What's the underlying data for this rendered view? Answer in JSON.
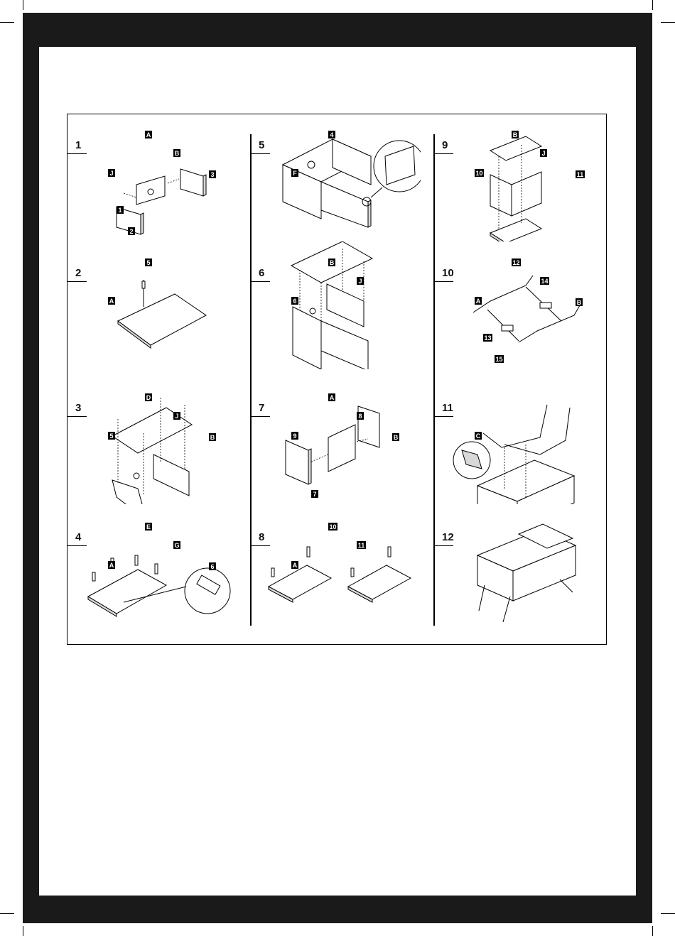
{
  "steps": [
    {
      "number": "1",
      "labels": [
        "J",
        "A",
        "B",
        "3",
        "2",
        "1"
      ]
    },
    {
      "number": "2",
      "labels": [
        "A",
        "5"
      ]
    },
    {
      "number": "3",
      "labels": [
        "5",
        "D",
        "J",
        "B"
      ]
    },
    {
      "number": "4",
      "labels": [
        "A",
        "E",
        "G",
        "6"
      ]
    },
    {
      "number": "5",
      "labels": [
        "F",
        "4"
      ]
    },
    {
      "number": "6",
      "labels": [
        "6",
        "B",
        "J"
      ]
    },
    {
      "number": "7",
      "labels": [
        "9",
        "A",
        "8",
        "B",
        "7"
      ]
    },
    {
      "number": "8",
      "labels": [
        "A",
        "10",
        "11"
      ]
    },
    {
      "number": "9",
      "labels": [
        "10",
        "B",
        "J",
        "11"
      ]
    },
    {
      "number": "10",
      "labels": [
        "A",
        "12",
        "14",
        "B",
        "15",
        "13"
      ]
    },
    {
      "number": "11",
      "labels": [
        "C"
      ]
    },
    {
      "number": "12",
      "labels": []
    }
  ]
}
